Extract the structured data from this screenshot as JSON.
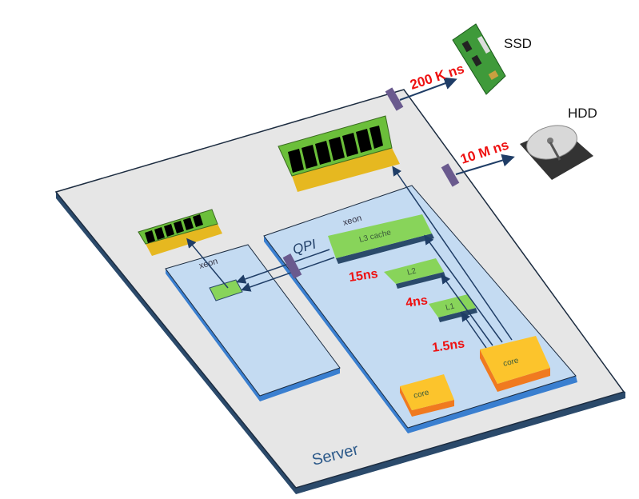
{
  "labels": {
    "server": "Server",
    "xeon_right": "xeon",
    "xeon_left": "xeon",
    "qpi": "QPI",
    "l3": "L3 cache",
    "l2": "L2",
    "l1": "L1",
    "core_big": "core",
    "core_small": "core",
    "ssd": "SSD",
    "hdd": "HDD"
  },
  "latencies": {
    "l1": "1.5ns",
    "l2": "4ns",
    "l3": "15ns",
    "ssd": "200 K ns",
    "hdd": "10 M ns"
  },
  "colors": {
    "board": "#e6e6e6",
    "board_edge": "#2b4a6b",
    "cpu": "#c4dbf2",
    "cache": "#88d45a",
    "core": "#fcc42c",
    "core_side": "#f07a20",
    "latency_text": "#ee1111",
    "connector": "#6a5a8e"
  }
}
